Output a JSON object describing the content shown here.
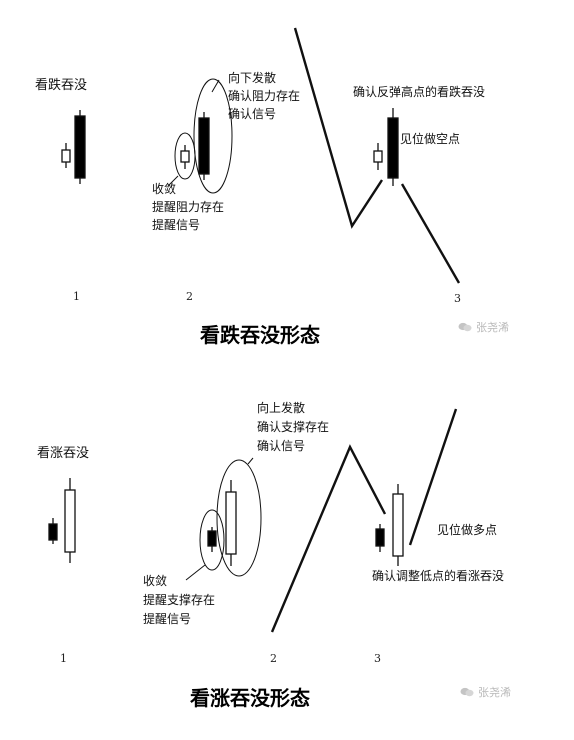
{
  "bearish": {
    "title": "看跌吞没形态",
    "pattern_label": "看跌吞没",
    "diverge_lines": [
      "向下发散",
      "确认阻力存在",
      "确认信号"
    ],
    "converge_lines": [
      "收敛",
      "提醒阻力存在",
      "提醒信号"
    ],
    "confirm_label": "确认反弹高点的看跌吞没",
    "action_label": "见位做空点",
    "numbers": [
      "1",
      "2",
      "3"
    ]
  },
  "bullish": {
    "title": "看涨吞没形态",
    "pattern_label": "看涨吞没",
    "diverge_lines": [
      "向上发散",
      "确认支撑存在",
      "确认信号"
    ],
    "converge_lines": [
      "收敛",
      "提醒支撑存在",
      "提醒信号"
    ],
    "confirm_label": "确认调整低点的看涨吞没",
    "action_label": "见位做多点",
    "numbers": [
      "1",
      "2",
      "3"
    ]
  },
  "watermark": {
    "text": "张尧浠",
    "icon": "wechat-icon"
  }
}
